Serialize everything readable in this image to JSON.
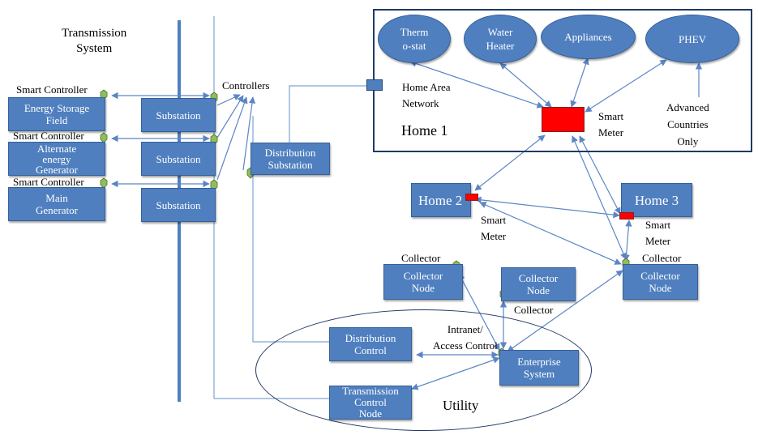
{
  "transmission_system": [
    "Transmission",
    "System"
  ],
  "smart_controller_labels": [
    "Smart Controller",
    "Smart Controller",
    "Smart Controller"
  ],
  "generators": [
    {
      "lines": [
        "Energy Storage",
        "Field"
      ]
    },
    {
      "lines": [
        "Alternate",
        "energy",
        "Generator"
      ]
    },
    {
      "lines": [
        "Main",
        "Generator"
      ]
    }
  ],
  "substations": [
    "Substation",
    "Substation",
    "Substation"
  ],
  "controllers_label": "Controllers",
  "distribution_substation": [
    "Distribution",
    "Substation"
  ],
  "home1": {
    "title": "Home 1",
    "devices": [
      [
        "Therm",
        "o-stat"
      ],
      [
        "Water",
        "Heater"
      ],
      [
        "Appliances"
      ],
      [
        "PHEV"
      ]
    ],
    "home_area_network": [
      "Home Area",
      "Network"
    ],
    "smart_meter": [
      "Smart",
      "Meter"
    ],
    "advanced_note": [
      "Advanced",
      "Countries",
      "Only"
    ]
  },
  "home2": {
    "title": "Home 2",
    "meter": [
      "Smart",
      "Meter"
    ]
  },
  "home3": {
    "title": "Home 3",
    "meter": [
      "Smart",
      "Meter"
    ]
  },
  "collectors": [
    {
      "label": "Collector",
      "lines": [
        "Collector",
        "Node"
      ]
    },
    {
      "label": "Collector",
      "lines": [
        "Collector",
        "Node"
      ]
    },
    {
      "label": "Collector",
      "lines": [
        "Collector",
        "Node"
      ]
    }
  ],
  "utility": {
    "title": "Utility",
    "distribution_control": [
      "Distribution",
      "Control"
    ],
    "transmission_control": [
      "Transmission",
      "Control",
      "Node"
    ],
    "enterprise_system": [
      "Enterprise",
      "System"
    ],
    "intranet": [
      "Intranet/",
      "Access Control"
    ]
  },
  "colors": {
    "box_fill": "#4f7fbf",
    "smart_meter": "#ff0000",
    "frame": "#1f3a66",
    "line": "#7fa4d4"
  }
}
